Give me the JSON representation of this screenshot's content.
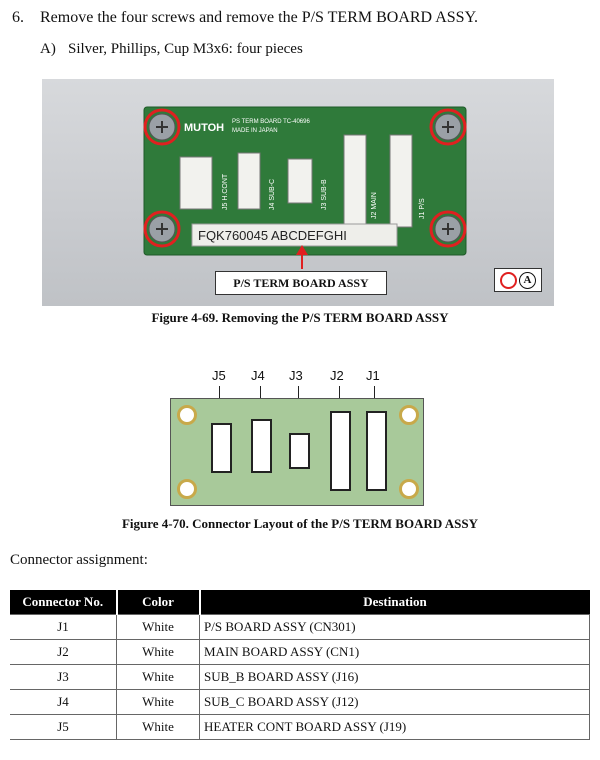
{
  "step": {
    "number": "6.",
    "text": "Remove the four screws and remove the P/S TERM BOARD ASSY."
  },
  "substep": {
    "label": "A)",
    "text": "Silver, Phillips, Cup M3x6: four pieces"
  },
  "photo": {
    "brand": "MUTOH",
    "board_print": "PS TERM BOARD TC-40696",
    "made_in": "MADE IN JAPAN",
    "serial": "FQK760045  ABCDEFGHI",
    "silk_j5": "J5  H.CONT",
    "silk_j4": "J4  SUB-C",
    "silk_j3": "J3  SUB-B",
    "silk_j2": "J2  MAIN",
    "silk_j1": "J1  P/S",
    "callout": "P/S TERM BOARD ASSY",
    "marker_letter": "A"
  },
  "figure1_caption": "Figure 4-69.  Removing the P/S TERM BOARD ASSY",
  "diagram": {
    "labels": [
      "J5",
      "J4",
      "J3",
      "J2",
      "J1"
    ]
  },
  "figure2_caption": "Figure 4-70.  Connector Layout of the P/S TERM BOARD ASSY",
  "assignment_heading": "Connector assignment:",
  "table": {
    "headers": [
      "Connector No.",
      "Color",
      "Destination"
    ],
    "rows": [
      [
        "J1",
        "White",
        "P/S BOARD ASSY (CN301)"
      ],
      [
        "J2",
        "White",
        "MAIN BOARD ASSY (CN1)"
      ],
      [
        "J3",
        "White",
        "SUB_B BOARD ASSY (J16)"
      ],
      [
        "J4",
        "White",
        "SUB_C BOARD ASSY (J12)"
      ],
      [
        "J5",
        "White",
        "HEATER CONT BOARD ASSY (J19)"
      ]
    ]
  },
  "colors": {
    "board_green": "#2f7a3a",
    "diagram_green": "#a8c99a",
    "highlight_red": "#e02020",
    "pad_gold": "#c8a94a"
  }
}
